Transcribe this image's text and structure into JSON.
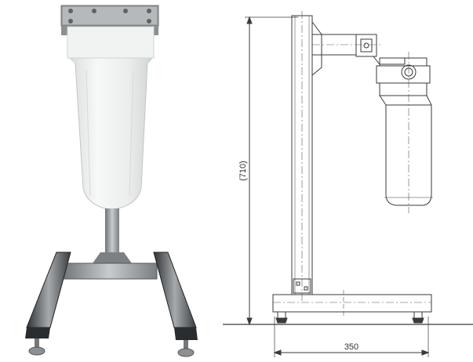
{
  "figure": {
    "left_panel": "product-photo",
    "right_panel": "dimension-drawing"
  },
  "drawing": {
    "height_label": "(710)",
    "width_label": "350"
  },
  "colors": {
    "housing": "#eef0ef",
    "aluminium": "#8e9396",
    "dark_profile": "#4a4e52",
    "line": "#3a3a3a",
    "centerline": "#555555"
  }
}
